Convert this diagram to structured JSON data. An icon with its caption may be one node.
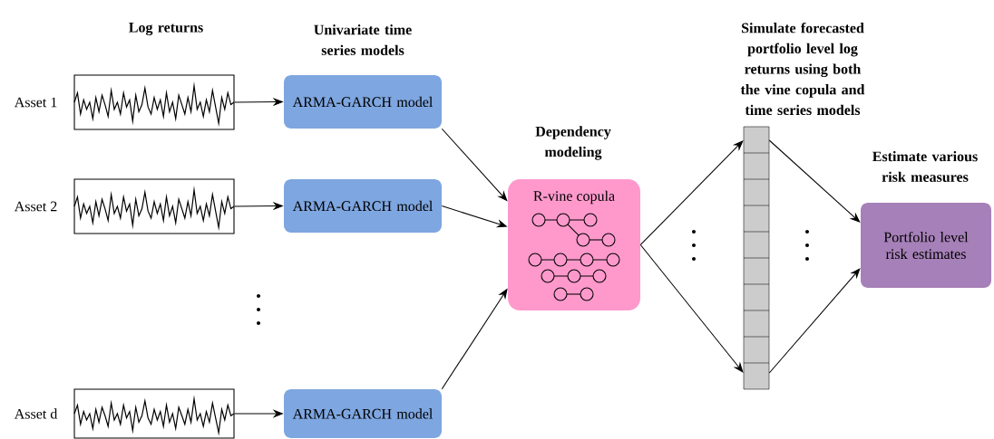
{
  "diagram": {
    "nodes": [
      {
        "text": [],
        "shape": "picture",
        "beside": [
          "Asset 1"
        ]
      },
      {
        "text": [],
        "shape": "picture",
        "beside": [
          "Asset 2"
        ]
      },
      {
        "text": [],
        "shape": "picture",
        "beside": [
          "Asset d"
        ]
      },
      {
        "text": [
          "ARMA-GARCH model"
        ]
      },
      {
        "text": [
          "ARMA-GARCH model"
        ]
      },
      {
        "text": [
          "ARMA-GARCH model"
        ]
      },
      {
        "text": [
          "R-vine copula"
        ]
      },
      {
        "text": [],
        "shape": "bar"
      },
      {
        "text": [
          "Portfolio level risk estimates"
        ]
      }
    ],
    "edges": [
      {
        "from": 0,
        "to": 3,
        "arrow": "to"
      },
      {
        "from": 1,
        "to": 4,
        "arrow": "to"
      },
      {
        "from": 2,
        "to": 5,
        "arrow": "to"
      },
      {
        "from": 3,
        "to": 6,
        "arrow": "to"
      },
      {
        "from": 4,
        "to": 6,
        "arrow": "to"
      },
      {
        "from": 5,
        "to": 6,
        "arrow": "to"
      },
      {
        "from": 6,
        "to": 7,
        "arrow": "to"
      },
      {
        "from": 6,
        "to": 7,
        "arrow": "to"
      },
      {
        "from": 7,
        "to": 8,
        "arrow": "to"
      },
      {
        "from": 7,
        "to": 8,
        "arrow": "to"
      }
    ],
    "labels": [
      "Log returns",
      "Univariate time series models",
      "Dependency modeling",
      "Simulate forecasted portfolio level log returns using both the vine copula and time series models",
      "Estimate various risk measures"
    ]
  }
}
